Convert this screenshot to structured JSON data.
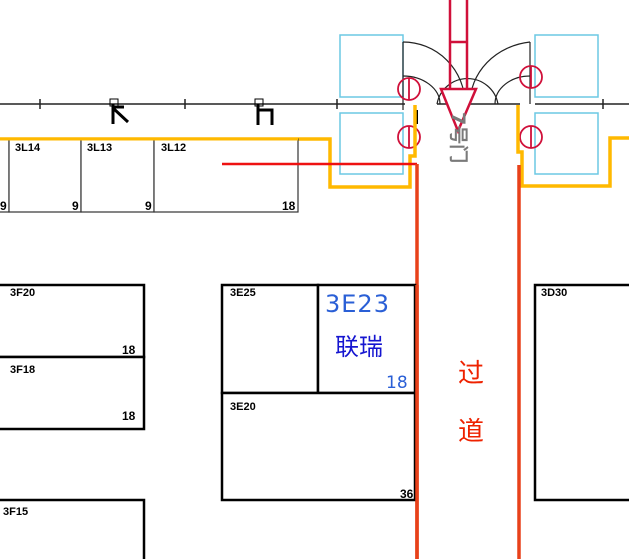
{
  "gate_label": "7号门",
  "aisle_label": [
    "过",
    "道"
  ],
  "booths": {
    "3L14": {
      "code": "3L14",
      "size": "9"
    },
    "3L13": {
      "code": "3L13",
      "size": "9"
    },
    "3L12": {
      "code": "3L12",
      "size": "18"
    },
    "edge_left": {
      "size": "9"
    },
    "3F20": {
      "code": "3F20",
      "size": "18"
    },
    "3F18": {
      "code": "3F18",
      "size": "18"
    },
    "3F15": {
      "code": "3F15"
    },
    "3E25": {
      "code": "3E25"
    },
    "3E23": {
      "code": "3E23",
      "company": "联瑞",
      "size": "18"
    },
    "3E20": {
      "code": "3E20",
      "size": "36"
    },
    "3D30": {
      "code": "3D30"
    }
  },
  "colors": {
    "highlight": "#2a5fd6",
    "company": "#1515d0",
    "aisle": "#ee2200",
    "route": "#e8411a",
    "boundary": "#ffb900",
    "arrow": "#d0103a"
  }
}
